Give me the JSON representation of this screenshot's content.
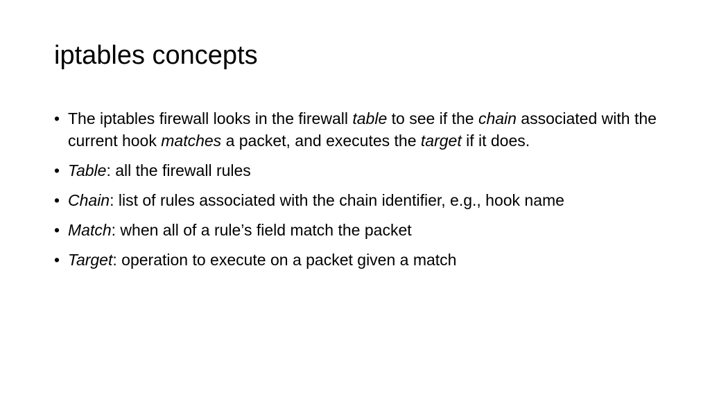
{
  "slide": {
    "title": "iptables concepts",
    "bullet_glyph": "•",
    "bullets": [
      {
        "parts": [
          {
            "text": "The iptables firewall looks in the firewall ",
            "italic": false
          },
          {
            "text": "table",
            "italic": true
          },
          {
            "text": " to see if the ",
            "italic": false
          },
          {
            "text": "chain",
            "italic": true
          },
          {
            "text": " associated with the current hook ",
            "italic": false
          },
          {
            "text": "matches",
            "italic": true
          },
          {
            "text": " a packet, and executes the ",
            "italic": false
          },
          {
            "text": "target",
            "italic": true
          },
          {
            "text": " if it does.",
            "italic": false
          }
        ]
      },
      {
        "parts": [
          {
            "text": "Table",
            "italic": true
          },
          {
            "text": ": all the firewall rules",
            "italic": false
          }
        ]
      },
      {
        "parts": [
          {
            "text": "Chain",
            "italic": true
          },
          {
            "text": ": list of rules associated with the chain identifier, e.g., hook name",
            "italic": false
          }
        ]
      },
      {
        "parts": [
          {
            "text": "Match",
            "italic": true
          },
          {
            "text": ": when all of a rule’s field match the packet",
            "italic": false
          }
        ]
      },
      {
        "parts": [
          {
            "text": "Target",
            "italic": true
          },
          {
            "text": ": operation to execute on a packet given a match",
            "italic": false
          }
        ]
      }
    ]
  }
}
